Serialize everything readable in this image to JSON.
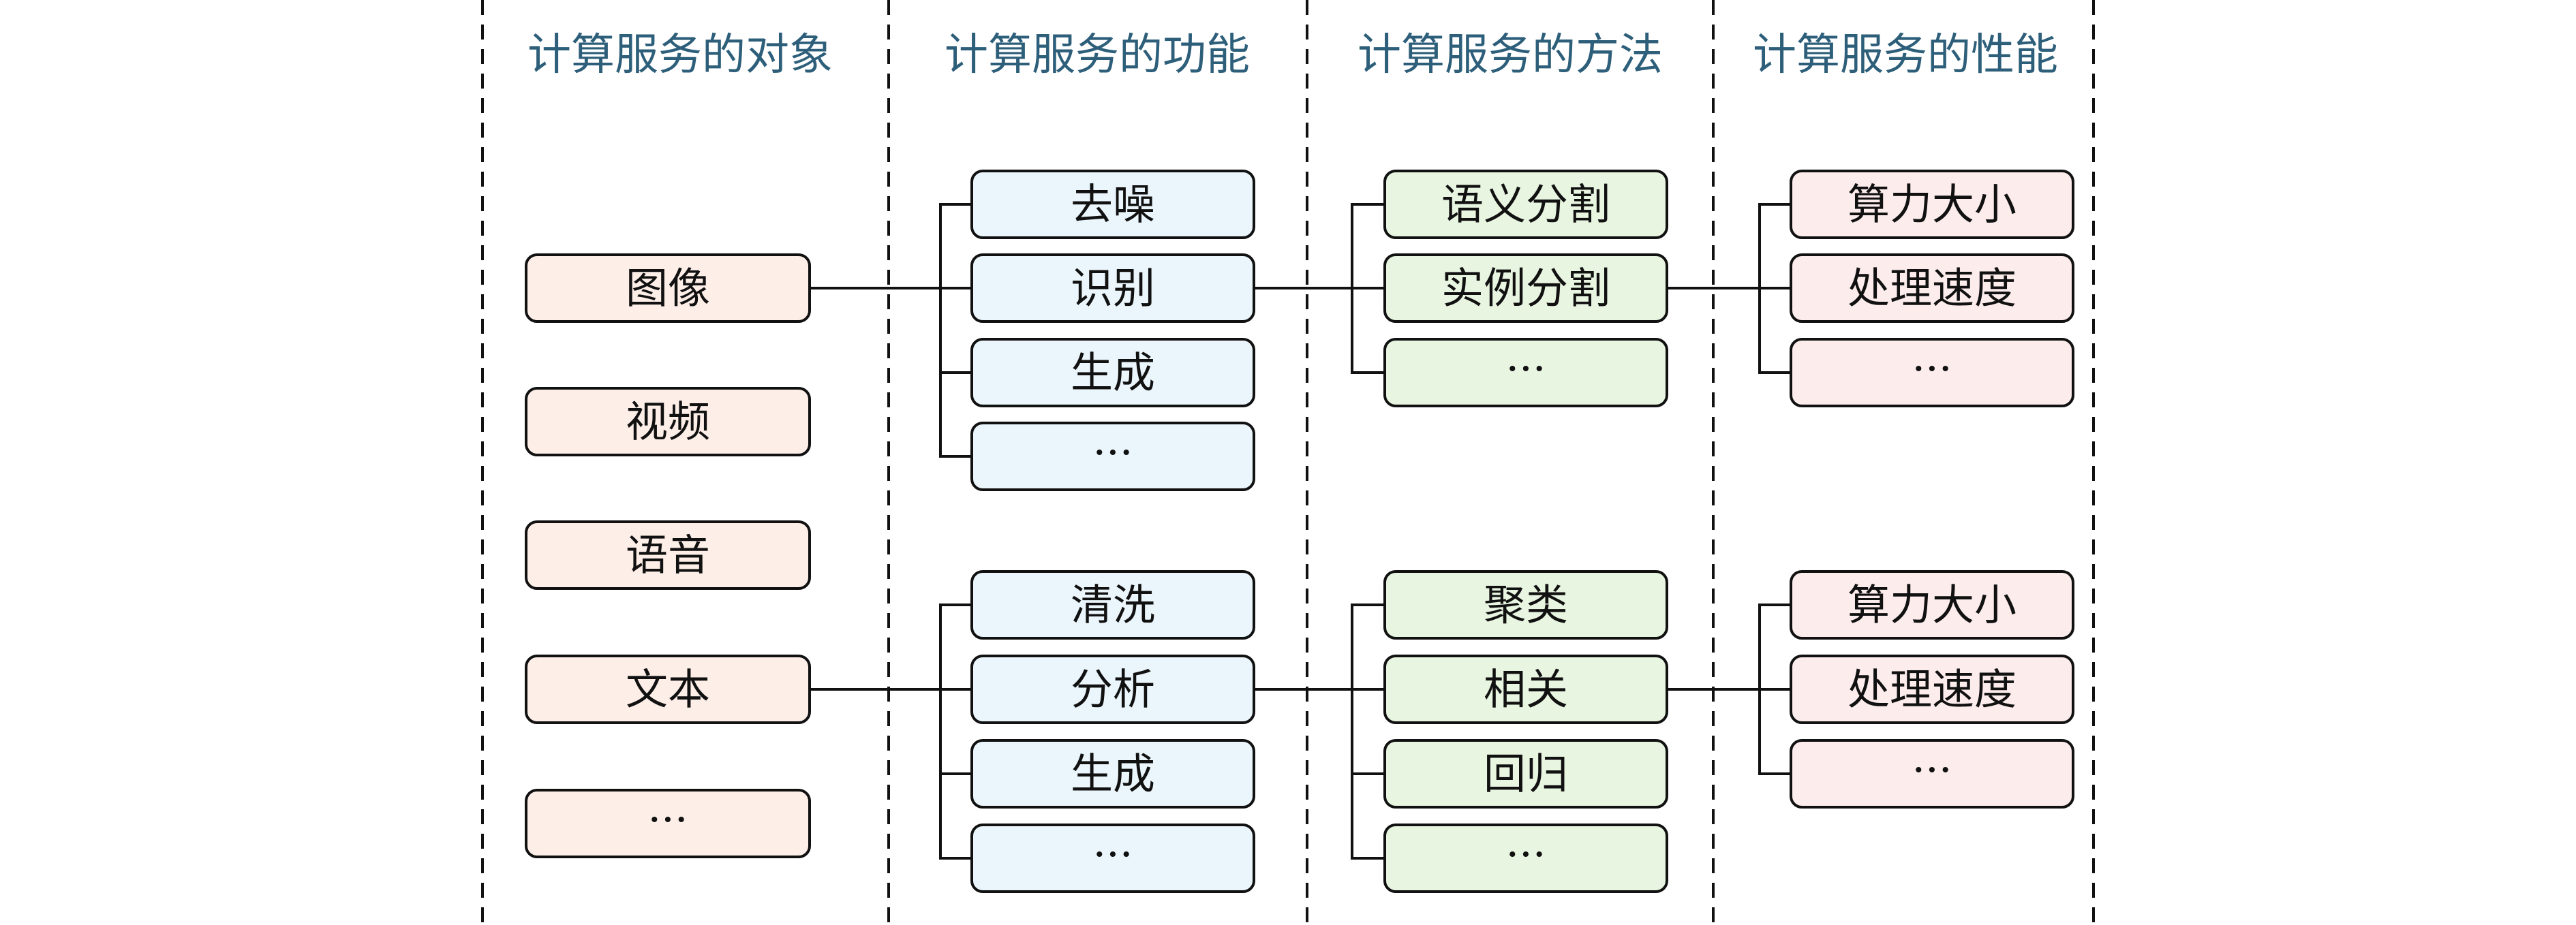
{
  "headers": [
    "计算服务的对象",
    "计算服务的功能",
    "计算服务的方法",
    "计算服务的性能"
  ],
  "colors": {
    "object_fill": "#fdeee8",
    "function_fill": "#ebf6fc",
    "method_fill": "#e8f5e1",
    "performance_fill": "#fdecec",
    "header_text": "#2e5f7a"
  },
  "objects": [
    "图像",
    "视频",
    "语音",
    "文本",
    "···"
  ],
  "groups": [
    {
      "source_object": "图像",
      "functions": [
        "去噪",
        "识别",
        "生成",
        "···"
      ],
      "linked_function": "识别",
      "methods": [
        "语义分割",
        "实例分割",
        "···"
      ],
      "linked_method": "实例分割",
      "performance": [
        "算力大小",
        "处理速度",
        "···"
      ]
    },
    {
      "source_object": "文本",
      "functions": [
        "清洗",
        "分析",
        "生成",
        "···"
      ],
      "linked_function": "分析",
      "methods": [
        "聚类",
        "相关",
        "回归",
        "···"
      ],
      "linked_method": "相关",
      "performance": [
        "算力大小",
        "处理速度",
        "···"
      ]
    }
  ]
}
